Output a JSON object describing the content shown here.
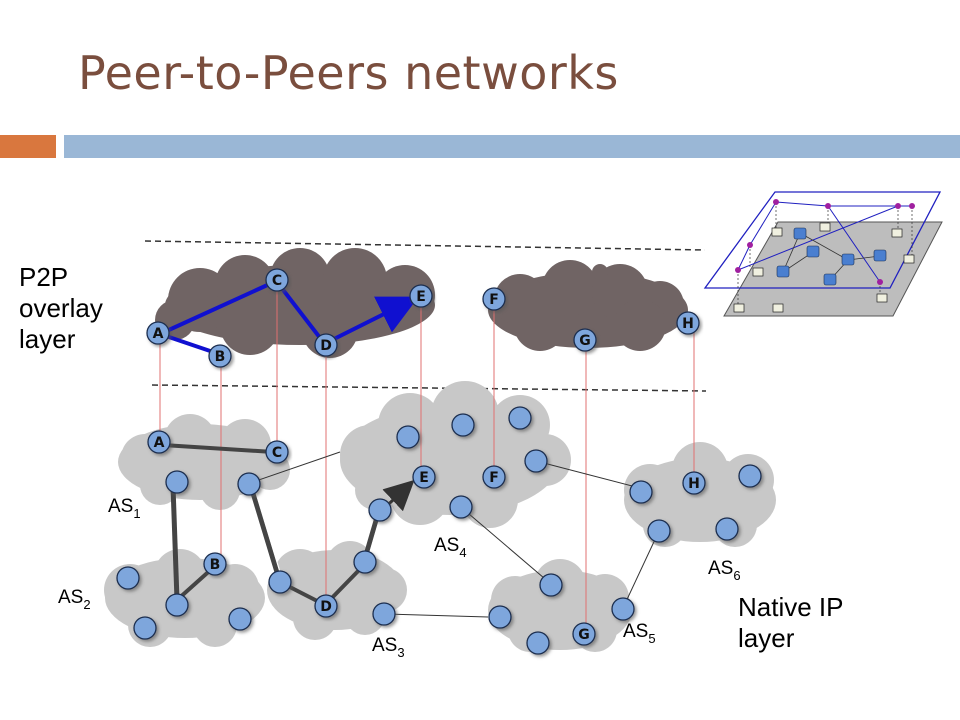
{
  "slide": {
    "title": "Peer-to-Peers networks",
    "overlay_label": [
      "P2P",
      "overlay",
      "layer"
    ],
    "native_label": [
      "Native IP",
      "layer"
    ]
  },
  "peers": [
    "A",
    "B",
    "C",
    "D",
    "E",
    "F",
    "G",
    "H"
  ],
  "as_labels": [
    {
      "name": "AS",
      "sub": "1"
    },
    {
      "name": "AS",
      "sub": "2"
    },
    {
      "name": "AS",
      "sub": "3"
    },
    {
      "name": "AS",
      "sub": "4"
    },
    {
      "name": "AS",
      "sub": "5"
    },
    {
      "name": "AS",
      "sub": "6"
    }
  ],
  "colors": {
    "title": "#7a4e3e",
    "accent_orange": "#d9773e",
    "accent_blue": "#9ab7d6",
    "overlay_cloud": "#706464",
    "native_cloud": "#c8c8c8",
    "node_fill": "#7ea6dc",
    "overlay_link": "#1010d0",
    "vertical_link": "#e07070"
  }
}
